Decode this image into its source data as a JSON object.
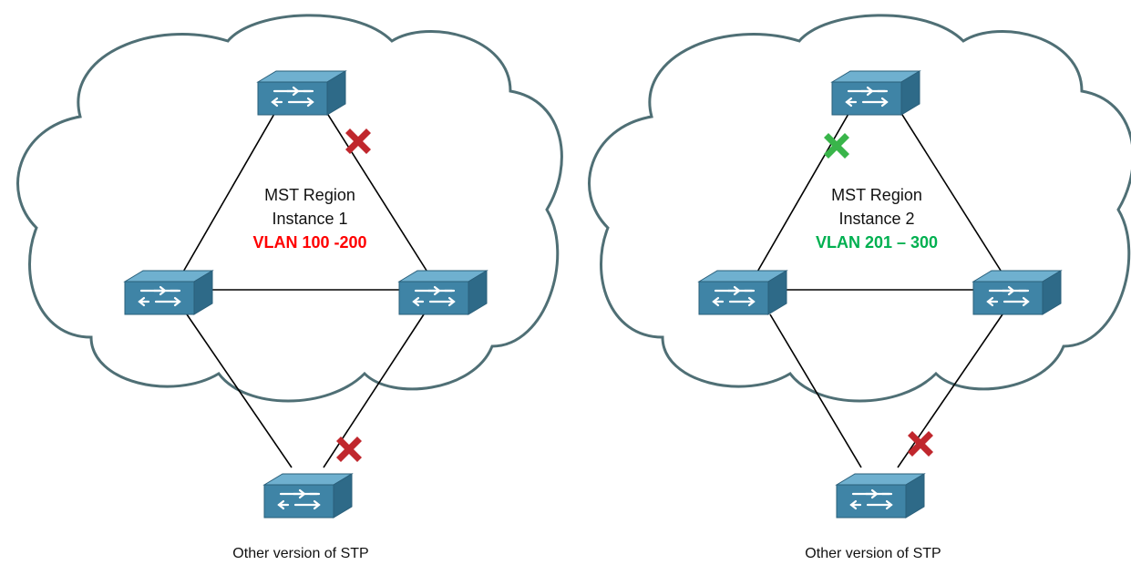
{
  "colors": {
    "cloud_stroke": "#4f6f75",
    "link": "#000000",
    "switch_top": "#5fa3c2",
    "switch_side": "#2e6a88",
    "switch_front": "#3f84a6",
    "blocked_x": "#c0272d",
    "forwarding_x": "#39b54a"
  },
  "icons": {
    "switch": "switch-icon",
    "blocked": "blocked-port-x-icon",
    "forwarding": "forwarding-port-x-icon"
  },
  "left": {
    "region_label": "MST Region",
    "instance_label": "Instance 1",
    "vlan_label": "VLAN 100 -200",
    "vlan_color": "#ff0000",
    "footer": "Other version of STP"
  },
  "right": {
    "region_label": "MST Region",
    "instance_label": "Instance 2",
    "vlan_label": "VLAN 201 – 300",
    "vlan_color": "#00b050",
    "footer": "Other version of STP"
  }
}
